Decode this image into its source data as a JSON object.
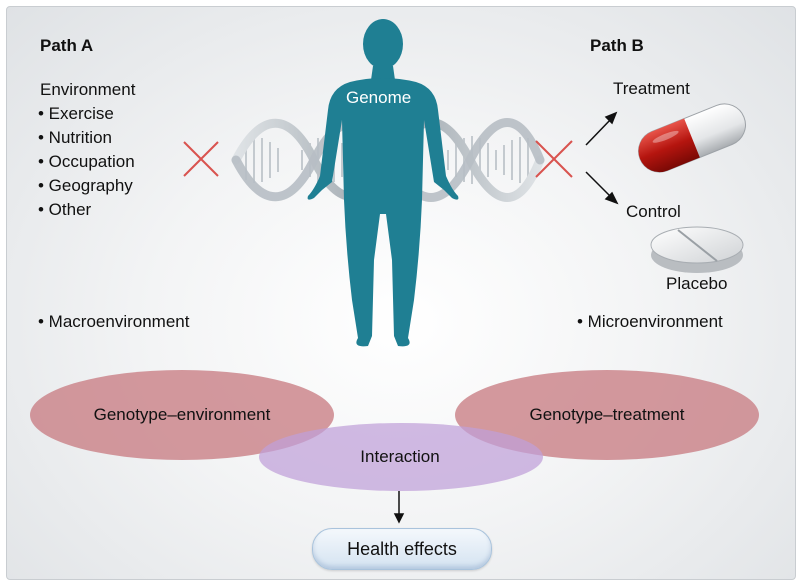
{
  "path_a": {
    "title": "Path A",
    "heading": "Environment",
    "items": [
      "• Exercise",
      "• Nutrition",
      "• Occupation",
      "• Geography",
      "• Other"
    ],
    "macro": "• Macroenvironment"
  },
  "center": {
    "genome_label": "Genome"
  },
  "path_b": {
    "title": "Path B",
    "treatment": "Treatment",
    "control": "Control",
    "placebo": "Placebo",
    "micro": "• Microenvironment"
  },
  "interactions": {
    "left": "Genotype–environment",
    "right": "Genotype–treatment",
    "center": "Interaction"
  },
  "outcome": {
    "label": "Health effects"
  },
  "colors": {
    "human": "#1f7f93",
    "cross": "#d9534f",
    "ellipse_red": "#c97f86",
    "ellipse_purple": "#bfa0d8",
    "capsule_red": "#b01a12"
  }
}
